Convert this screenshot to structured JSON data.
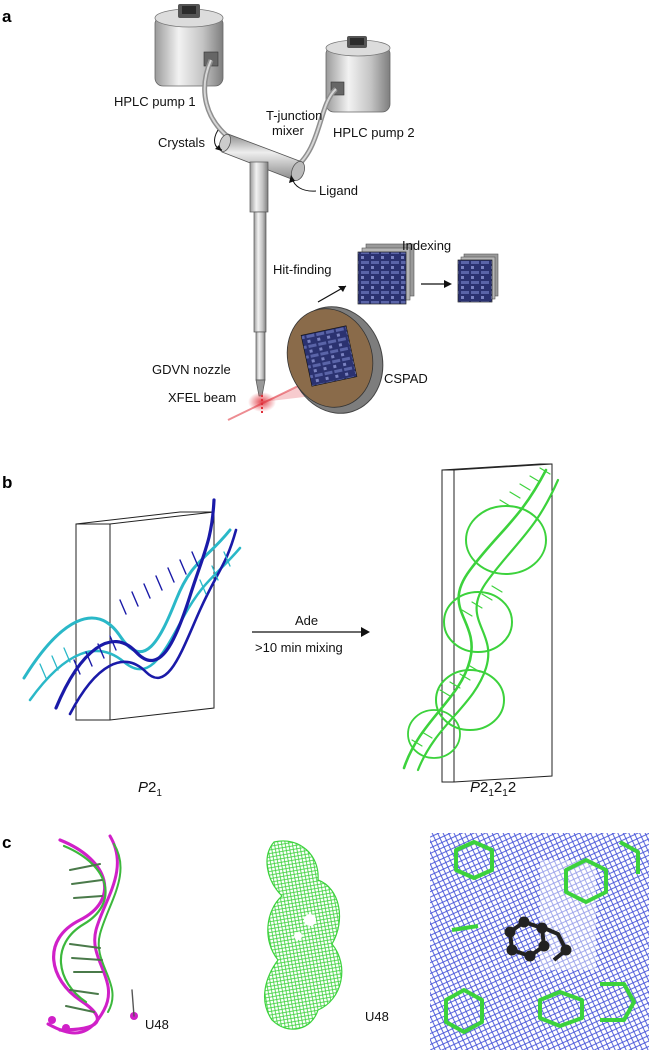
{
  "panels": {
    "a": "a",
    "b": "b",
    "c": "c"
  },
  "panel_a": {
    "pump1": "HPLC pump 1",
    "pump2": "HPLC pump 2",
    "tjunction_line1": "T-junction",
    "tjunction_line2": "mixer",
    "crystals": "Crystals",
    "ligand": "Ligand",
    "hitfinding": "Hit-finding",
    "indexing": "Indexing",
    "gdvn": "GDVN nozzle",
    "xfel": "XFEL beam",
    "cspad": "CSPAD"
  },
  "panel_b": {
    "arrow_top": "Ade",
    "arrow_bottom": ">10 min mixing",
    "sg_left_main": "P",
    "sg_left_rest": "2",
    "sg_left_sub": "1",
    "sg_right_main": "P",
    "sg_right_part1": "2",
    "sg_right_sub1": "1",
    "sg_right_part2": "2",
    "sg_right_sub2": "1",
    "sg_right_part3": "2"
  },
  "panel_c": {
    "u48_left": "U48",
    "u48_mid": "U48"
  },
  "colors": {
    "rna_dark_blue": "#1a1aa8",
    "rna_cyan": "#2ab8c8",
    "rna_green": "#3cd23c",
    "magenta": "#d020c8",
    "mesh_blue": "#1f2fd0",
    "ligand_black": "#222222",
    "laser_red": "#e0303a"
  }
}
